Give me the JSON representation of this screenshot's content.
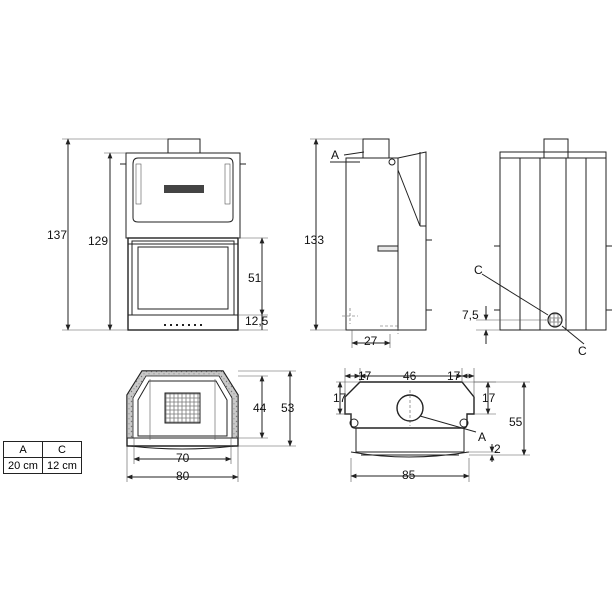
{
  "front_view": {
    "dims": {
      "overall_height": "137",
      "body_height": "129",
      "door_height": "51",
      "base_height": "12,5"
    }
  },
  "side_view": {
    "dims": {
      "height": "133",
      "depth_offset": "27"
    },
    "label_a": "A"
  },
  "back_view": {
    "label_c_top": "C",
    "label_c_bottom": "C",
    "dims": {
      "outlet_height": "7,5"
    }
  },
  "top_plan": {
    "dims": {
      "inner_width": "70",
      "outer_width": "80",
      "inner_depth": "44",
      "outer_depth": "53"
    }
  },
  "top_view": {
    "dims": {
      "left_offset": "17",
      "center": "46",
      "right_offset": "17",
      "left_side": "17",
      "right_side": "17",
      "depth": "55",
      "small": "2",
      "width": "85"
    },
    "label_a": "A"
  },
  "legend": {
    "headers": [
      "A",
      "C"
    ],
    "values": [
      "20 cm",
      "12 cm"
    ]
  }
}
